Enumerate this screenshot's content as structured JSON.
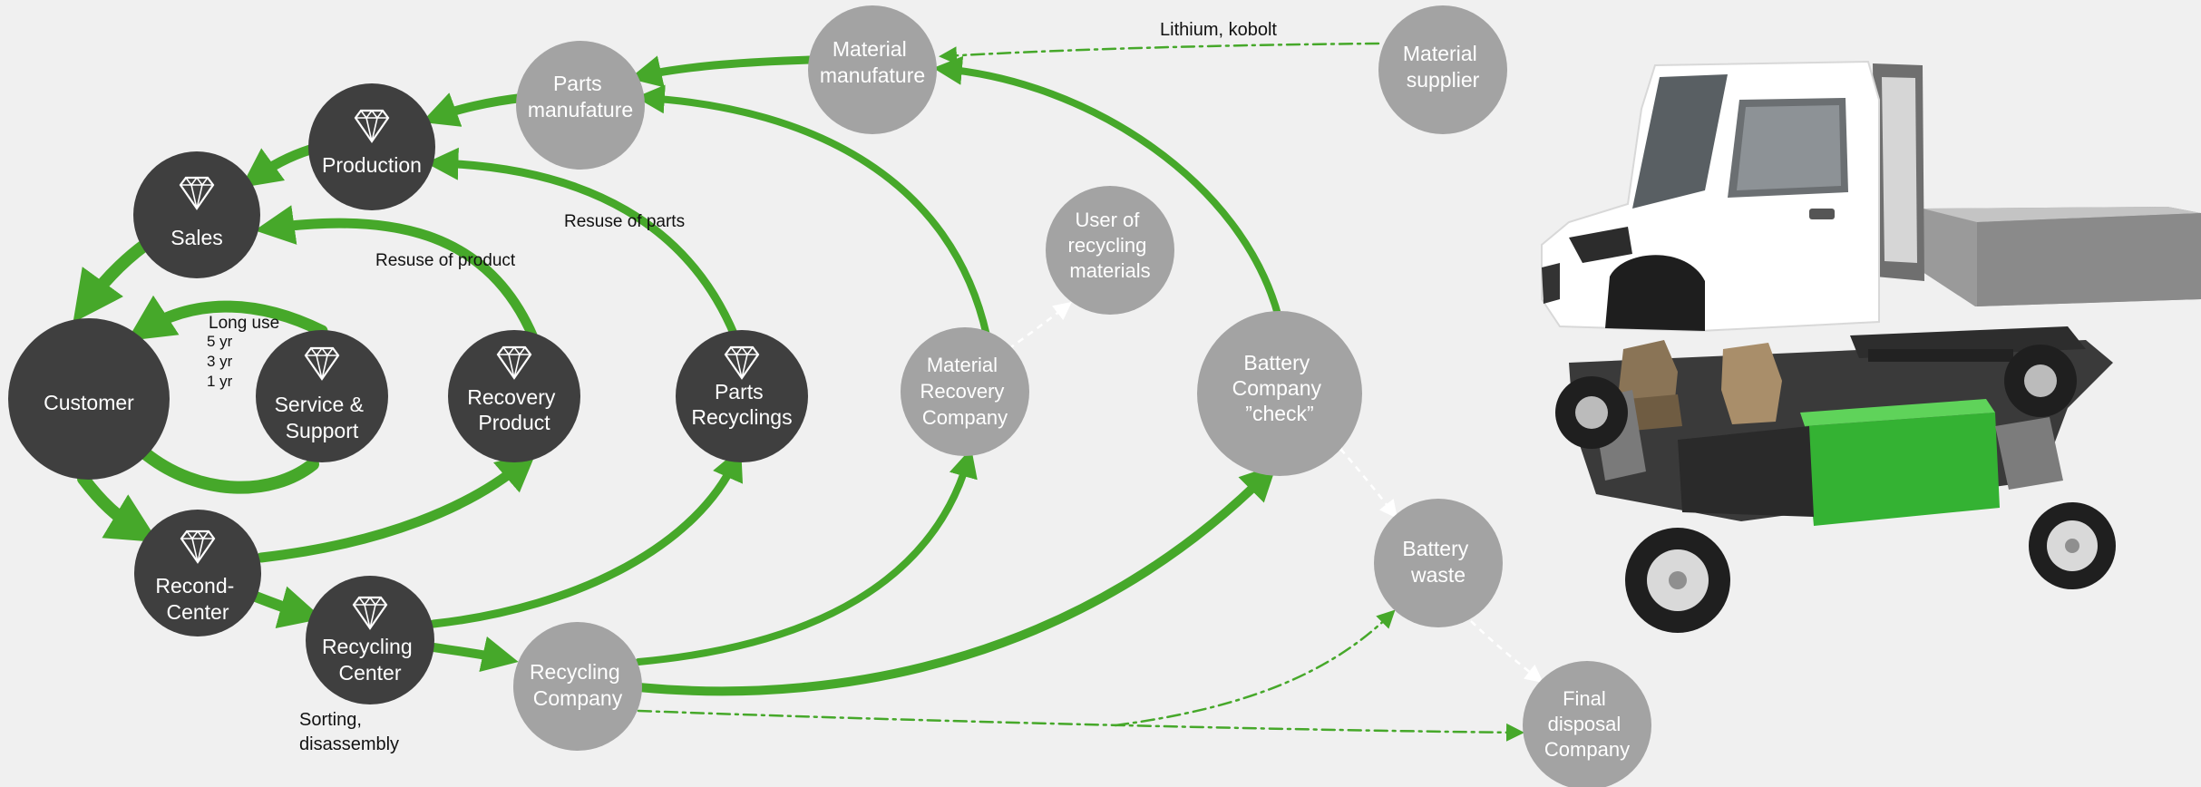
{
  "colors": {
    "dark_node": "#3f3f3f",
    "light_node": "#a3a3a3",
    "flow_green": "#46a82a",
    "background": "#f0f0f0"
  },
  "nodes": {
    "customer": [
      "Customer"
    ],
    "service_support": [
      "Service &",
      "Support"
    ],
    "recovery_product": [
      "Recovery",
      "Product"
    ],
    "parts_recyclings": [
      "Parts",
      "Recyclings"
    ],
    "sales": [
      "Sales"
    ],
    "production": [
      "Production"
    ],
    "recond_center": [
      "Recond-",
      "Center"
    ],
    "recycling_center": [
      "Recycling",
      "Center"
    ],
    "parts_manufature": [
      "Parts",
      "manufature"
    ],
    "material_manufature": [
      "Material",
      "manufature"
    ],
    "material_supplier": [
      "Material",
      "supplier"
    ],
    "user_of_recycling": [
      "User of",
      "recycling",
      "materials"
    ],
    "material_recovery": [
      "Material",
      "Recovery",
      "Company"
    ],
    "battery_check": [
      "Battery",
      "Company",
      "”check”"
    ],
    "battery_waste": [
      "Battery",
      "waste"
    ],
    "final_disposal": [
      "Final",
      "disposal",
      "Company"
    ],
    "recycling_company": [
      "Recycling",
      "Company"
    ]
  },
  "labels": {
    "lithium_kobolt": "Lithium, kobolt",
    "resuse_parts": "Resuse of parts",
    "resuse_product": "Resuse of product",
    "long_use": "Long use",
    "long_use_5": "5 yr",
    "long_use_3": "3 yr",
    "long_use_1": "1 yr",
    "sorting": "Sorting,",
    "disassembly": "disassembly"
  },
  "illustration": {
    "name": "electric truck exploded view",
    "accent_color": "#34b233"
  }
}
